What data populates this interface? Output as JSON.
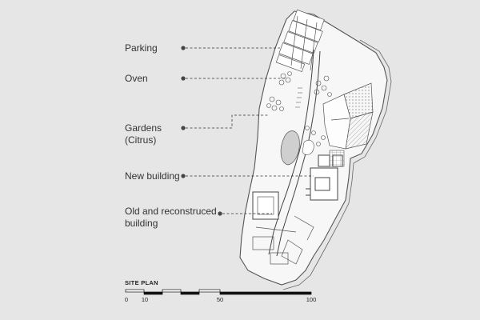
{
  "labels": {
    "parking": "Parking",
    "oven": "Oven",
    "gardens": "Gardens\n(Citrus)",
    "new_building": "New building",
    "old_building": "Old and reconstruced\nbuilding"
  },
  "scale": {
    "title": "SITE PLAN",
    "ticks": [
      "0",
      "10",
      "50",
      "100"
    ]
  },
  "colors": {
    "background": "#e6e6e6",
    "line": "#555555",
    "ground": "#f7f7f7"
  }
}
